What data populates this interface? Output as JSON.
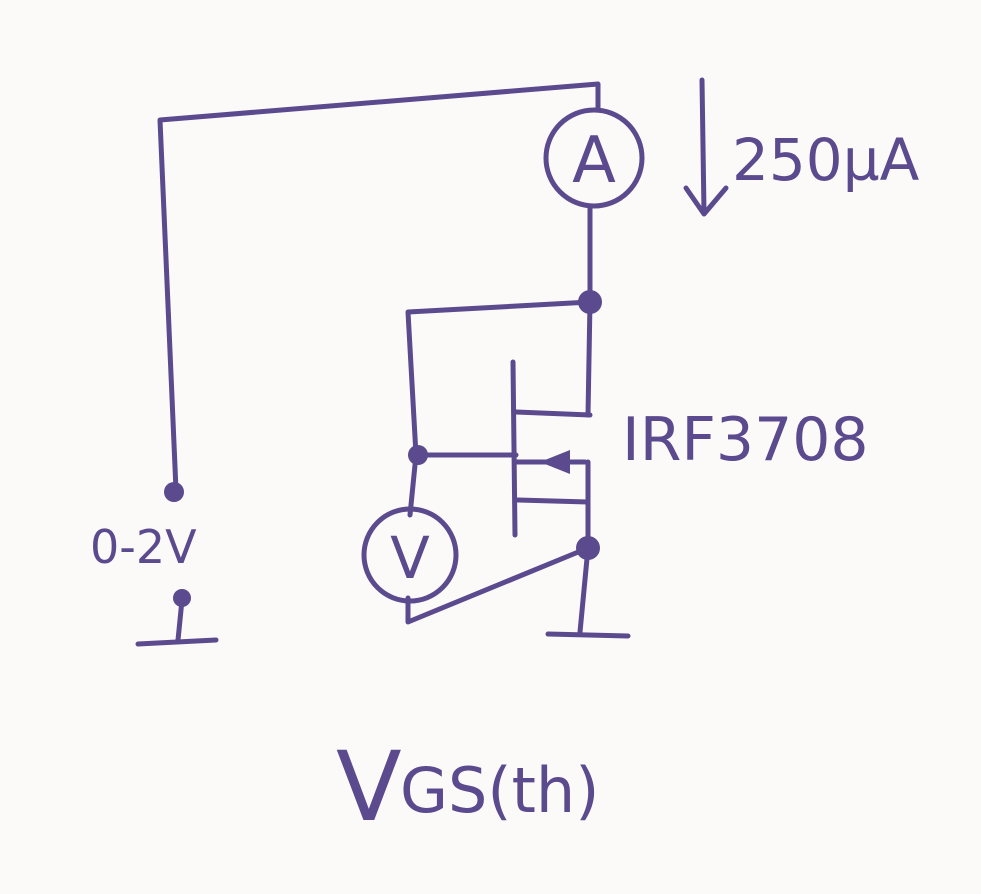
{
  "diagram": {
    "ink_color": "#5b4a8e",
    "background": "#fbfaf8",
    "ammeter": {
      "symbol": "A",
      "icon": "ammeter-icon"
    },
    "voltmeter": {
      "symbol": "V",
      "icon": "voltmeter-icon"
    },
    "current_label": "250µA",
    "transistor_label": "IRF3708",
    "supply_label": "0-2V",
    "title_main": "V",
    "title_sub": "GS(th)"
  }
}
